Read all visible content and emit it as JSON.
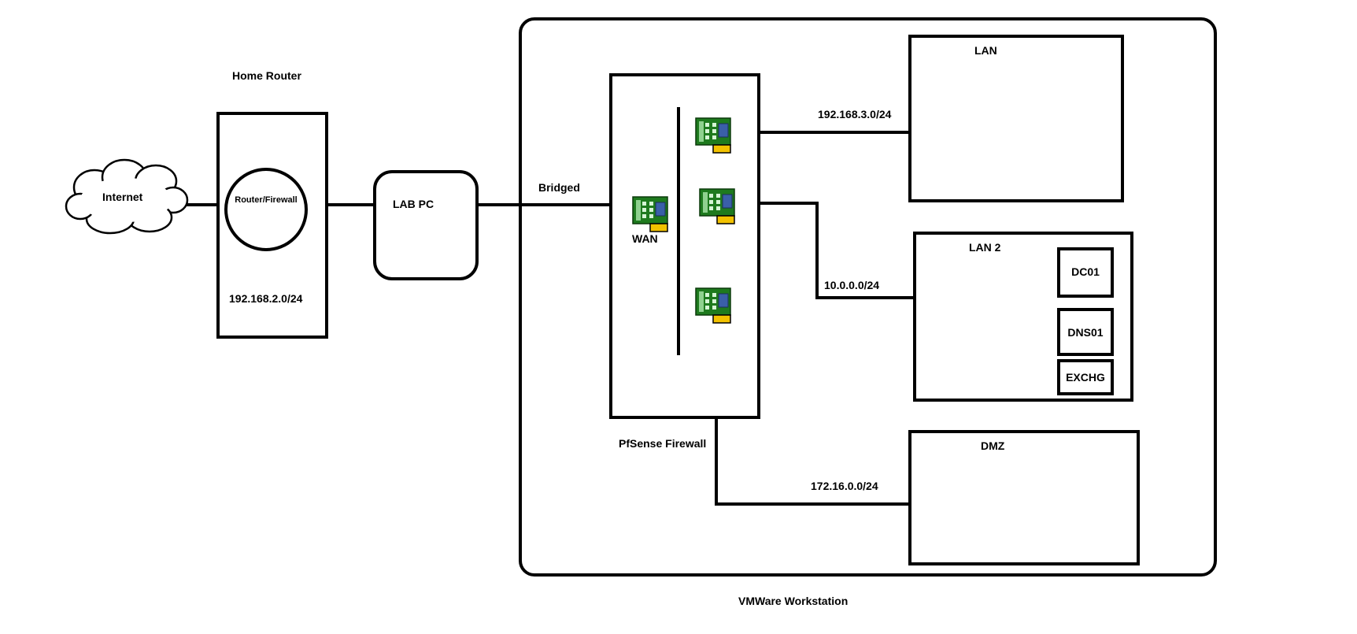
{
  "labels": {
    "home_router": "Home Router",
    "internet": "Internet",
    "router_firewall": "Router/Firewall",
    "home_subnet": "192.168.2.0/24",
    "lab_pc": "LAB PC",
    "bridged": "Bridged",
    "wan": "WAN",
    "pfsense": "PfSense Firewall",
    "vmware": "VMWare Workstation",
    "lan": "LAN",
    "lan_subnet": "192.168.3.0/24",
    "lan2": "LAN 2",
    "lan2_subnet": "10.0.0.0/24",
    "dmz": "DMZ",
    "dmz_subnet": "172.16.0.0/24"
  },
  "servers": [
    "DC01",
    "DNS01",
    "EXCHG"
  ],
  "icons": {
    "nic": "network-card-icon",
    "cloud": "cloud-icon"
  },
  "colors": {
    "line": "#000000",
    "nic_board": "#1e7a1e",
    "nic_chip": "#3a5fa8",
    "nic_bracket": "#f2c200"
  }
}
